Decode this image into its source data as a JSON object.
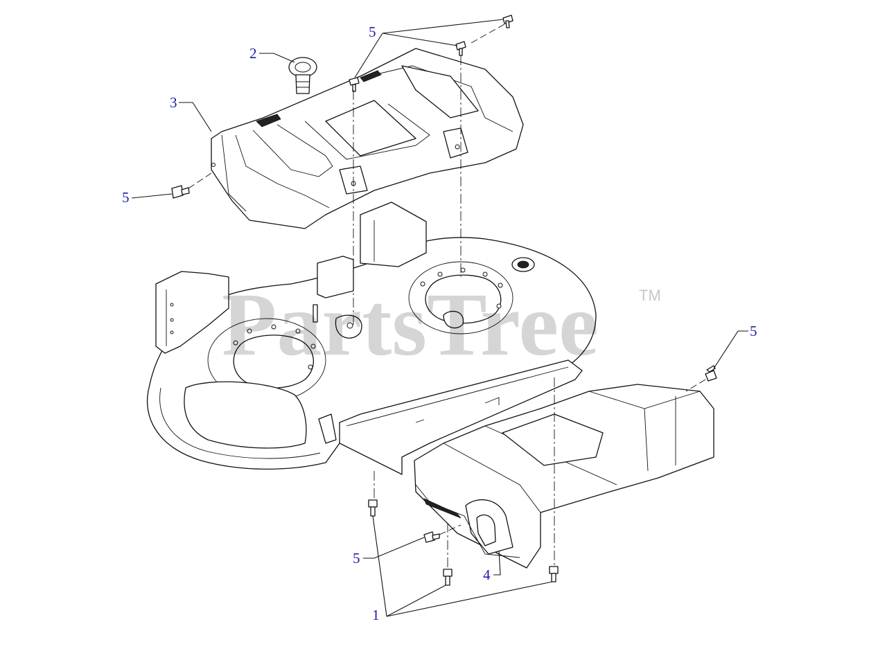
{
  "watermark": {
    "text": "PartsTree",
    "trademark": "TM"
  },
  "callouts": {
    "c1": "1",
    "c2": "2",
    "c3": "3",
    "c4": "4",
    "c5_top": "5",
    "c5_left": "5",
    "c5_right": "5",
    "c5_bottom": "5"
  },
  "parts": [
    {
      "ref": "1",
      "kind": "bolt"
    },
    {
      "ref": "2",
      "kind": "knob"
    },
    {
      "ref": "3",
      "kind": "deck-cover-left"
    },
    {
      "ref": "4",
      "kind": "deck-cover-right"
    },
    {
      "ref": "5",
      "kind": "screw"
    }
  ]
}
